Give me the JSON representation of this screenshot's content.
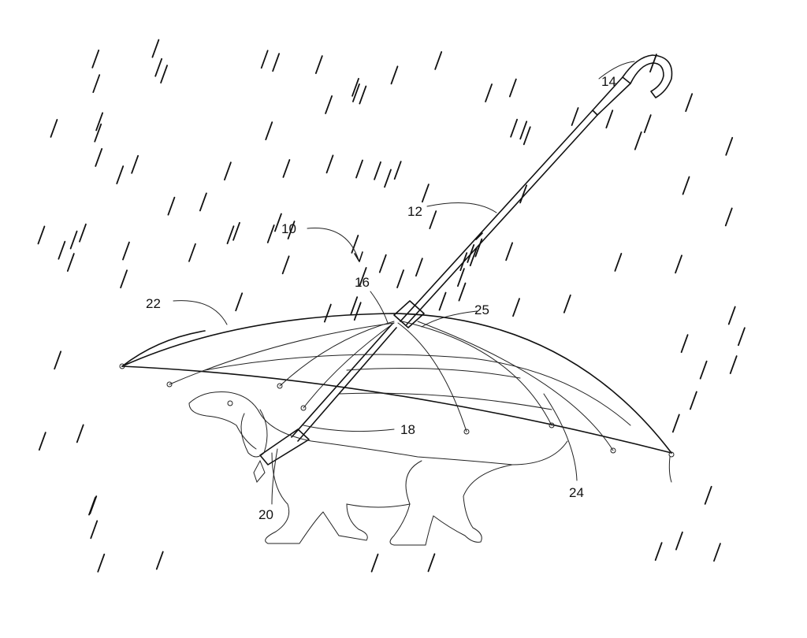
{
  "figure": {
    "title": "Dog umbrella patent drawing",
    "reference_numerals": {
      "assembly": "10",
      "shaft": "12",
      "handle": "14",
      "hub": "16",
      "leash_rod": "18",
      "collar": "20",
      "canopy": "22",
      "rib": "24",
      "connector": "25"
    }
  }
}
